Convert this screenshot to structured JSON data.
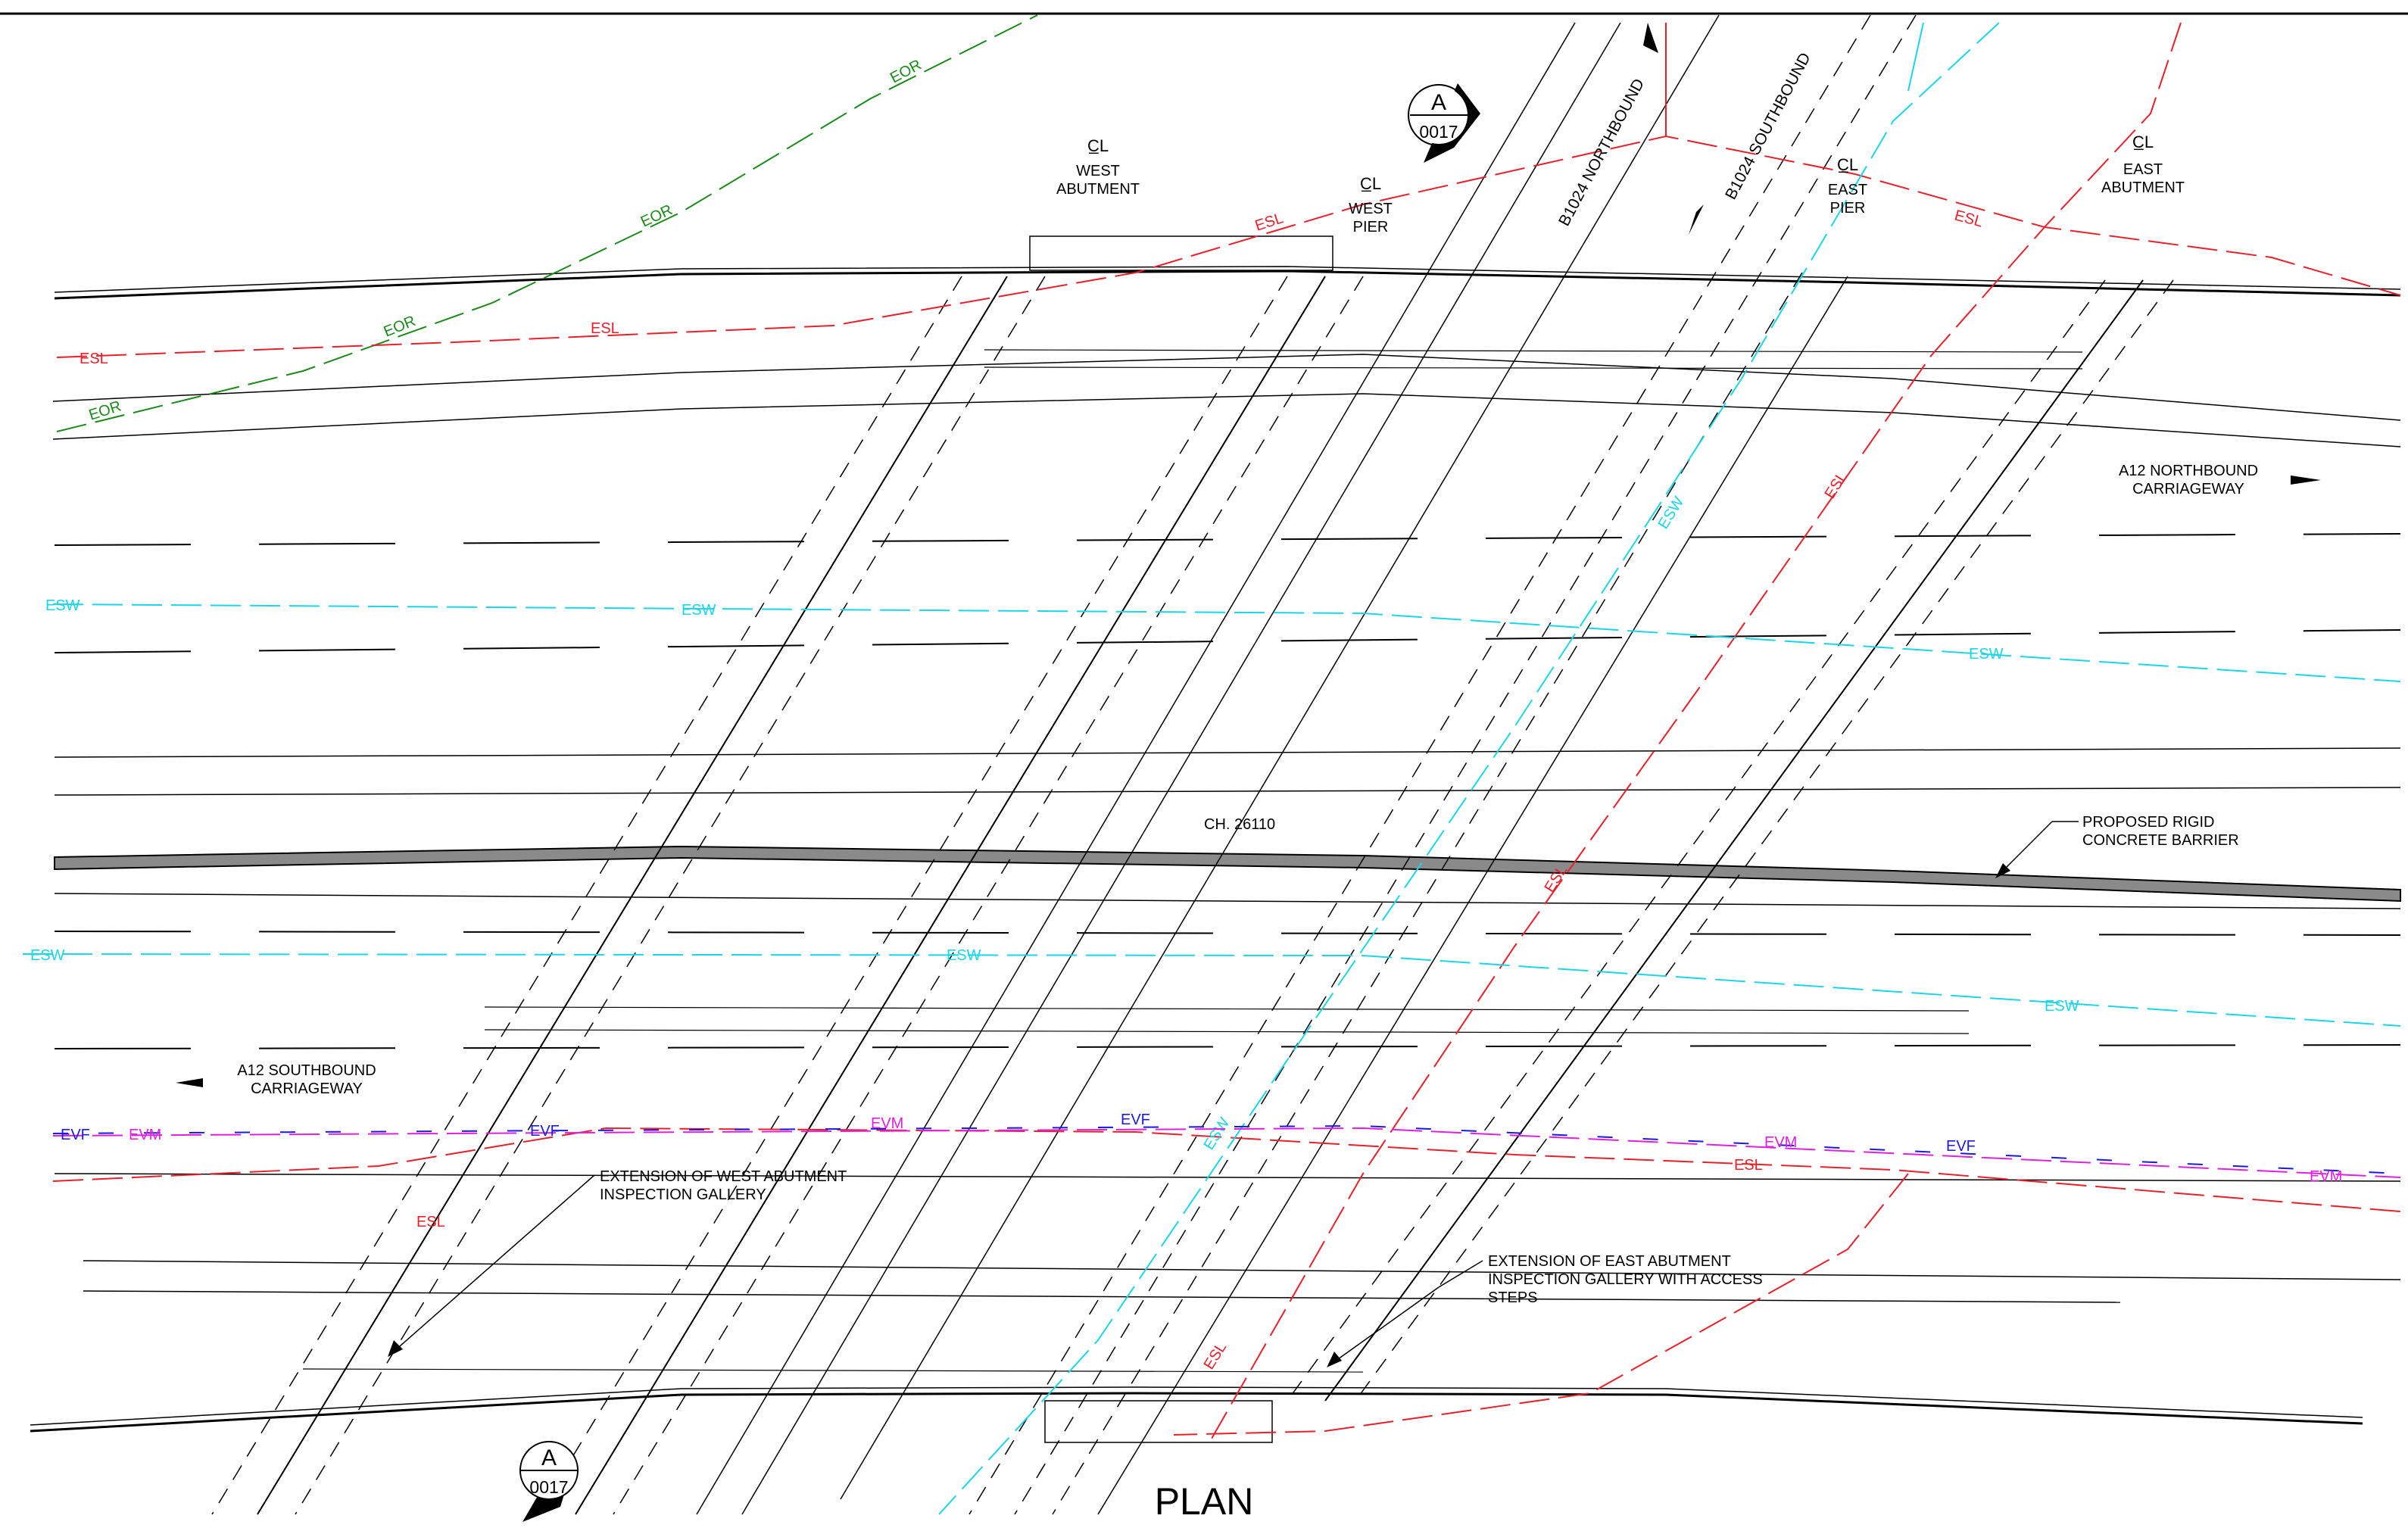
{
  "drawing": {
    "plan_title": "PLAN",
    "section_markers": [
      {
        "letter": "A",
        "number": "0017"
      },
      {
        "letter": "A",
        "number": "0017"
      }
    ],
    "centrelines": [
      {
        "symbol": "C̲L",
        "lines": [
          "WEST",
          "ABUTMENT"
        ]
      },
      {
        "symbol": "C̲L",
        "lines": [
          "WEST",
          "PIER"
        ]
      },
      {
        "symbol": "C̲L",
        "lines": [
          "EAST",
          "PIER"
        ]
      },
      {
        "symbol": "C̲L",
        "lines": [
          "EAST",
          "ABUTMENT"
        ]
      }
    ],
    "road_labels": {
      "b1024_northbound": "B1024 NORTHBOUND",
      "b1024_southbound": "B1024 SOUTHBOUND",
      "a12_northbound": [
        "A12 NORTHBOUND",
        "CARRIAGEWAY"
      ],
      "a12_southbound": [
        "A12 SOUTHBOUND",
        "CARRIAGEWAY"
      ]
    },
    "chainage": "CH. 26110",
    "annotations": {
      "barrier": [
        "PROPOSED RIGID",
        "CONCRETE BARRIER"
      ],
      "west_gallery": [
        "EXTENSION OF WEST ABUTMENT",
        "INSPECTION GALLERY"
      ],
      "east_gallery": [
        "EXTENSION OF EAST ABUTMENT",
        "INSPECTION GALLERY WITH ACCESS",
        "STEPS"
      ]
    },
    "utility_codes": {
      "ESL": "ESL",
      "ESW": "ESW",
      "EOR": "EOR",
      "EVF": "EVF",
      "EVM": "EVM"
    },
    "colors": {
      "ESL": "#e8202a",
      "ESW": "#1ad6e8",
      "EOR": "#1b8a1b",
      "EVF": "#1a1ae0",
      "EVM": "#e020e0",
      "linework": "#000000",
      "barrier": "#8a8a8a"
    }
  }
}
